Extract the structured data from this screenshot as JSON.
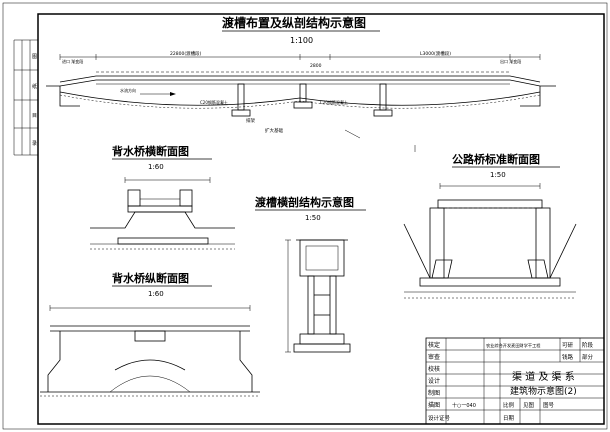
{
  "titles": {
    "main": "渡槽布置及纵剖结构示意图",
    "main_scale": "1:100",
    "bridge_cross": "背水桥横断面图",
    "bridge_cross_scale": "1:60",
    "aqueduct_cross": "渡槽横剖结构示意图",
    "aqueduct_cross_scale": "1:50",
    "road_bridge": "公路桥标准断面图",
    "road_bridge_scale": "1:50",
    "bridge_long": "背水桥纵断面图",
    "bridge_long_scale": "1:60"
  },
  "main_labels": {
    "dim_left": "22800(渡槽段)",
    "dim_mid": "2800",
    "dim_right": "L3000(渡槽段)",
    "lbl_in": "进口 渐变段",
    "lbl_out": "出口 渐变段",
    "lbl_pier": "排架",
    "lbl_c20": "C20钢筋混凝土",
    "lbl_found": "扩大基础",
    "lbl_water": "水流方向"
  },
  "title_block": {
    "rows": [
      "核定",
      "审查",
      "校核",
      "设计",
      "制图",
      "描图",
      "设计证号"
    ],
    "project": "农业综合开发麦田财学干工程",
    "stage_label": "可研",
    "stage_value": "阶段",
    "part_label": "钱路",
    "part_value": "部分",
    "drawing_title_1": "渠 道 及 渠 系",
    "drawing_title_2": "建筑物示意图(2)",
    "scale_label": "比例",
    "scale_value": "见图",
    "date_label": "日期",
    "sheet_label": "图号",
    "describe_value": "十○一040"
  },
  "side_strip": [
    "图",
    "纸",
    "目",
    "录"
  ]
}
